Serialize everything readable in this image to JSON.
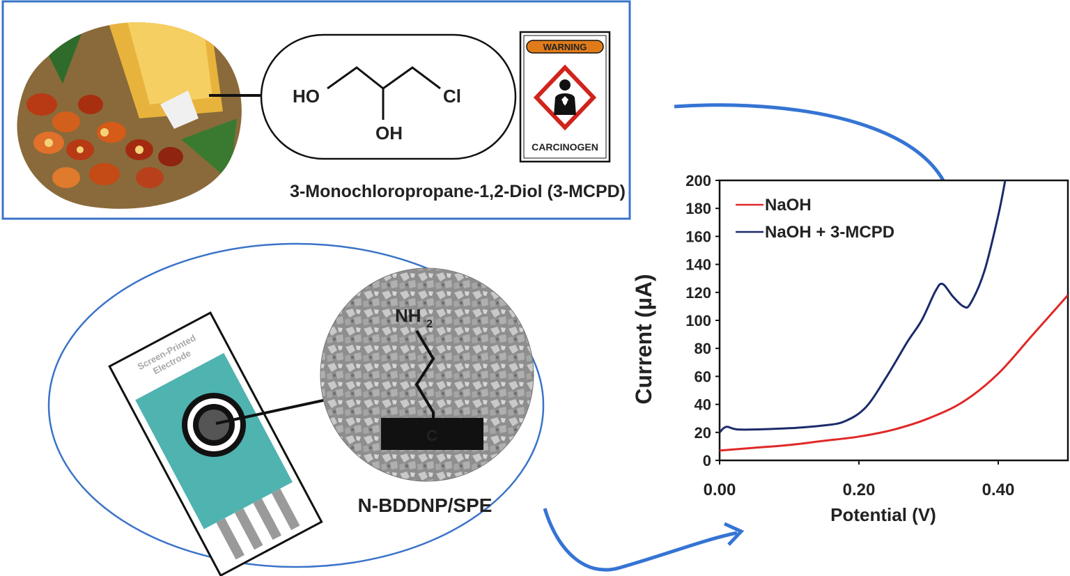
{
  "molecule": {
    "name": "3-Monochloropropane-1,2-Diol (3-MCPD)",
    "atoms": {
      "ho": "HO",
      "oh": "OH",
      "cl": "Cl"
    }
  },
  "warning_sign": {
    "header": "WARNING",
    "label": "CARCINOGEN",
    "icon": "health-hazard-icon",
    "header_color": "#e07b1a",
    "diamond_color": "#d0241c"
  },
  "electrode": {
    "strip_label_line1": "Screen-Printed",
    "strip_label_line2": "Electrode",
    "surface_group": {
      "amine": "NH",
      "amine_subscript": "2",
      "substrate": "C"
    },
    "name": "N-BDDNP/SPE",
    "strip_color": "#4fb3b0"
  },
  "colors": {
    "frame_blue": "#3a73c8",
    "arrow_blue": "#3574d4"
  },
  "chart_data": {
    "type": "line",
    "xlabel": "Potential (V)",
    "ylabel": "Current (µA)",
    "xlim": [
      0.0,
      0.5
    ],
    "ylim": [
      0,
      200
    ],
    "xticks": [
      0.0,
      0.2,
      0.4
    ],
    "xtick_labels": [
      "0.00",
      "0.20",
      "0.40"
    ],
    "yticks": [
      0,
      20,
      40,
      60,
      80,
      100,
      120,
      140,
      160,
      180,
      200
    ],
    "yticks_labels": [
      "0",
      "20",
      "40",
      "60",
      "80",
      "100",
      "120",
      "140",
      "160",
      "180",
      "200"
    ],
    "grid": false,
    "legend_position": "top-left",
    "series": [
      {
        "name": "NaOH",
        "color": "#e02828",
        "x": [
          0.0,
          0.05,
          0.1,
          0.15,
          0.2,
          0.25,
          0.3,
          0.35,
          0.4,
          0.45,
          0.5
        ],
        "y": [
          7,
          9,
          11,
          14,
          17,
          22,
          30,
          42,
          62,
          90,
          118
        ]
      },
      {
        "name": "NaOH + 3-MCPD",
        "color": "#1b2a6b",
        "x": [
          0.0,
          0.01,
          0.03,
          0.1,
          0.15,
          0.18,
          0.21,
          0.24,
          0.27,
          0.29,
          0.31,
          0.32,
          0.335,
          0.35,
          0.36,
          0.38,
          0.4,
          0.41
        ],
        "y": [
          20,
          24,
          22,
          23,
          25,
          28,
          38,
          60,
          85,
          100,
          121,
          126,
          117,
          110,
          112,
          135,
          175,
          200
        ]
      }
    ]
  }
}
